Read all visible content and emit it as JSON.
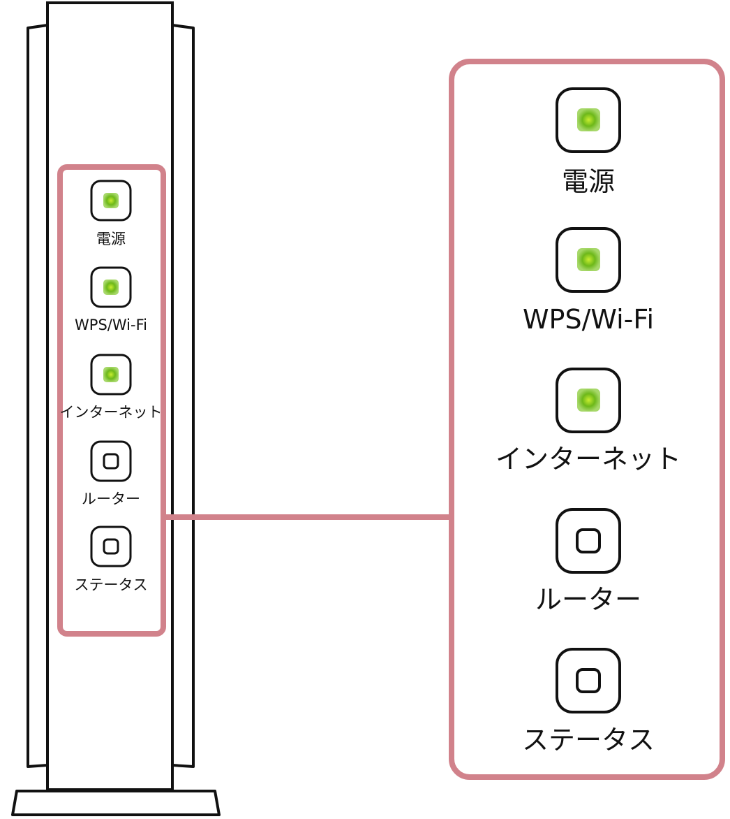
{
  "colors": {
    "highlight": "#d1828b",
    "outline": "#111111",
    "led_on": "#6db81a",
    "led_on_core": "#c2e82a",
    "background": "#ffffff"
  },
  "leds": [
    {
      "label": "電源",
      "state": "on",
      "icon": "led-on-icon"
    },
    {
      "label": "WPS/Wi-Fi",
      "state": "on",
      "icon": "led-on-icon"
    },
    {
      "label": "インターネット",
      "state": "on",
      "icon": "led-on-icon"
    },
    {
      "label": "ルーター",
      "state": "off",
      "icon": "led-off-icon"
    },
    {
      "label": "ステータス",
      "state": "off",
      "icon": "led-off-icon"
    }
  ]
}
